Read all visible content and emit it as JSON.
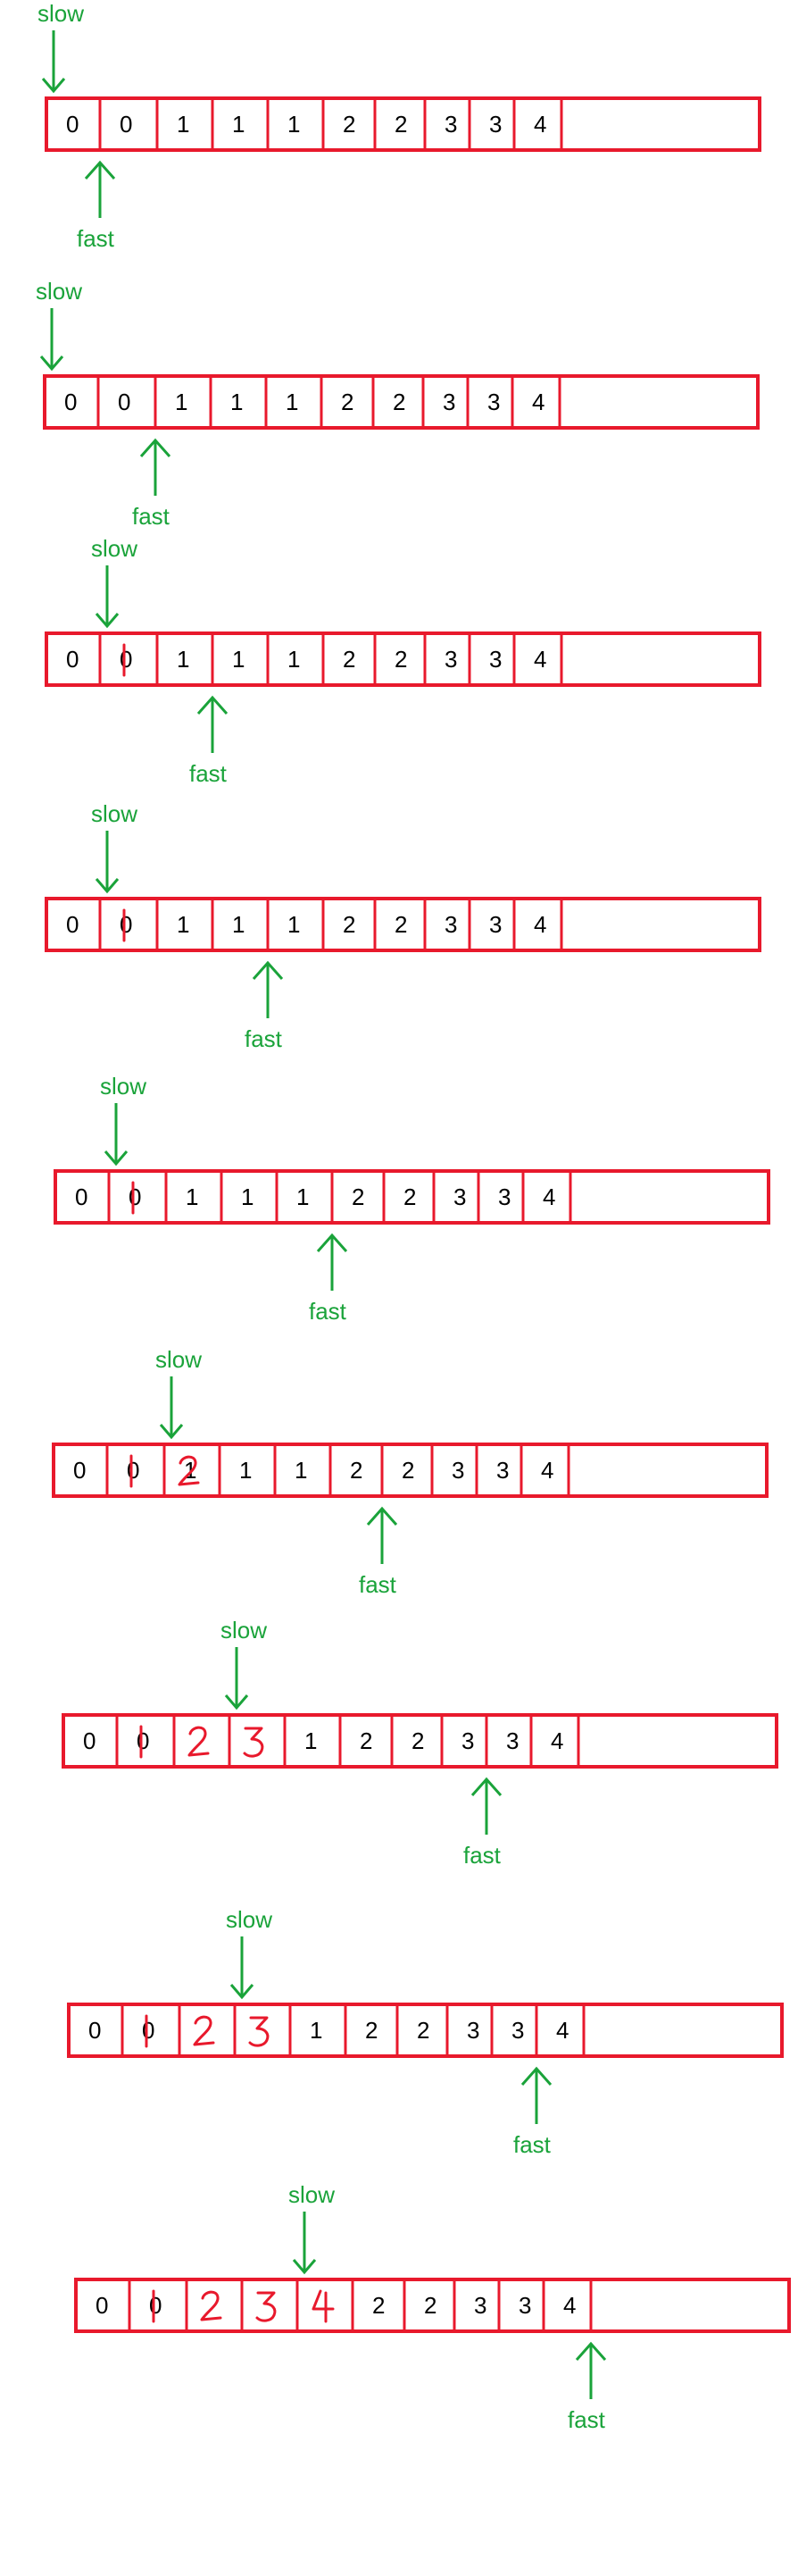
{
  "labels": {
    "slow": "slow",
    "fast": "fast"
  },
  "colors": {
    "array_border": "#e8192c",
    "pointer": "#1aa33a",
    "text": "#000000",
    "handwriting": "#e8192c"
  },
  "icons": {
    "slow_pointer": "arrow-down-icon",
    "fast_pointer": "arrow-up-icon"
  },
  "steps": [
    {
      "values": [
        "0",
        "0",
        "1",
        "1",
        "1",
        "2",
        "2",
        "3",
        "3",
        "4",
        ""
      ],
      "slow": 0,
      "fast": 1,
      "written": []
    },
    {
      "values": [
        "0",
        "0",
        "1",
        "1",
        "1",
        "2",
        "2",
        "3",
        "3",
        "4",
        ""
      ],
      "slow": 0,
      "fast": 2,
      "written": []
    },
    {
      "values": [
        "0",
        "0",
        "1",
        "1",
        "1",
        "2",
        "2",
        "3",
        "3",
        "4",
        ""
      ],
      "slow": 1,
      "fast": 3,
      "written": [
        {
          "index": 1,
          "text": "1"
        }
      ]
    },
    {
      "values": [
        "0",
        "0",
        "1",
        "1",
        "1",
        "2",
        "2",
        "3",
        "3",
        "4",
        ""
      ],
      "slow": 1,
      "fast": 4,
      "written": [
        {
          "index": 1,
          "text": "1"
        }
      ]
    },
    {
      "values": [
        "0",
        "0",
        "1",
        "1",
        "1",
        "2",
        "2",
        "3",
        "3",
        "4",
        ""
      ],
      "slow": 1,
      "fast": 5,
      "written": [
        {
          "index": 1,
          "text": "1"
        }
      ]
    },
    {
      "values": [
        "0",
        "0",
        "1",
        "1",
        "1",
        "2",
        "2",
        "3",
        "3",
        "4",
        ""
      ],
      "slow": 2,
      "fast": 6,
      "written": [
        {
          "index": 1,
          "text": "1"
        },
        {
          "index": 2,
          "text": "2"
        }
      ]
    },
    {
      "values": [
        "0",
        "0",
        "",
        "",
        "1",
        "2",
        "2",
        "3",
        "3",
        "4",
        ""
      ],
      "slow": 3,
      "fast": 8,
      "written": [
        {
          "index": 1,
          "text": "1"
        },
        {
          "index": 2,
          "text": "2"
        },
        {
          "index": 3,
          "text": "3"
        }
      ]
    },
    {
      "values": [
        "0",
        "0",
        "",
        "",
        "1",
        "2",
        "2",
        "3",
        "3",
        "4",
        ""
      ],
      "slow": 3,
      "fast": 9,
      "written": [
        {
          "index": 1,
          "text": "1"
        },
        {
          "index": 2,
          "text": "2"
        },
        {
          "index": 3,
          "text": "3"
        }
      ]
    },
    {
      "values": [
        "0",
        "0",
        "",
        "",
        "",
        "2",
        "2",
        "3",
        "3",
        "4",
        ""
      ],
      "slow": 4,
      "fast": 10,
      "written": [
        {
          "index": 1,
          "text": "1"
        },
        {
          "index": 2,
          "text": "2"
        },
        {
          "index": 3,
          "text": "3"
        },
        {
          "index": 4,
          "text": "4"
        }
      ]
    }
  ]
}
